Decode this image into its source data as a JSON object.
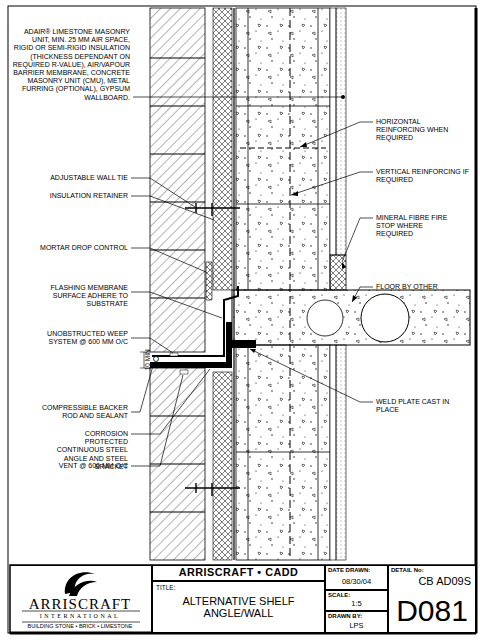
{
  "diagram": {
    "nodes": [
      {
        "text": [
          "ARRISCRAFT",
          "INTERNATIONAL",
          "BUILDING STONE • BRICK • LIMESTONE"
        ]
      },
      {
        "text": [
          "ARRISCRAFT • CADD"
        ]
      },
      {
        "text": [
          "TITLE:",
          "ALTERNATIVE SHELF ANGLE/WALL"
        ]
      },
      {
        "text": [
          "DATE DRAWN:",
          "08/30/04"
        ]
      },
      {
        "text": [
          "SCALE:",
          "1:5"
        ]
      },
      {
        "text": [
          "DRAWN BY:",
          "LPS"
        ]
      },
      {
        "text": [
          "DETAIL No:",
          "CB AD09S",
          "D081"
        ]
      }
    ],
    "labels": [
      "ADAIR® LIMESTONE MASONRY UNIT, MIN. 25 MM AIR SPACE, RIGID OR SEMI-RIGID INSULATION (THICKNESS DEPENDANT ON REQUIRED R-VALUE), AIR/VAPOUR BARRIER MEMBRANE, CONCRETE MASONRY UNIT (CMU), METAL FURRING (OPTIONAL), GYPSUM WALLBOARD.",
      "ADJUSTABLE WALL TIE",
      "INSULATION RETAINER",
      "MORTAR DROP CONTROL",
      "FLASHING MEMBRANE SURFACE ADHERE TO SUBSTRATE",
      "UNOBSTRUCTED WEEP SYSTEM @ 600 MM O/C",
      "10 MIN",
      "COMPRESSIBLE BACKER ROD AND SEALANT",
      "CORROSION PROTECTED CONTINUOUS STEEL ANGLE AND STEEL BRACKET",
      "VENT @ 600 MM O/C",
      "HORIZONTAL REINFORCING WHEN REQUIRED",
      "VERTICAL REINFORCING IF REQUIRED",
      "MINERAL FIBRE FIRE STOP WHERE REQUIRED",
      "FLOOR BY OTHER",
      "WELD PLATE CAST IN PLACE"
    ]
  }
}
